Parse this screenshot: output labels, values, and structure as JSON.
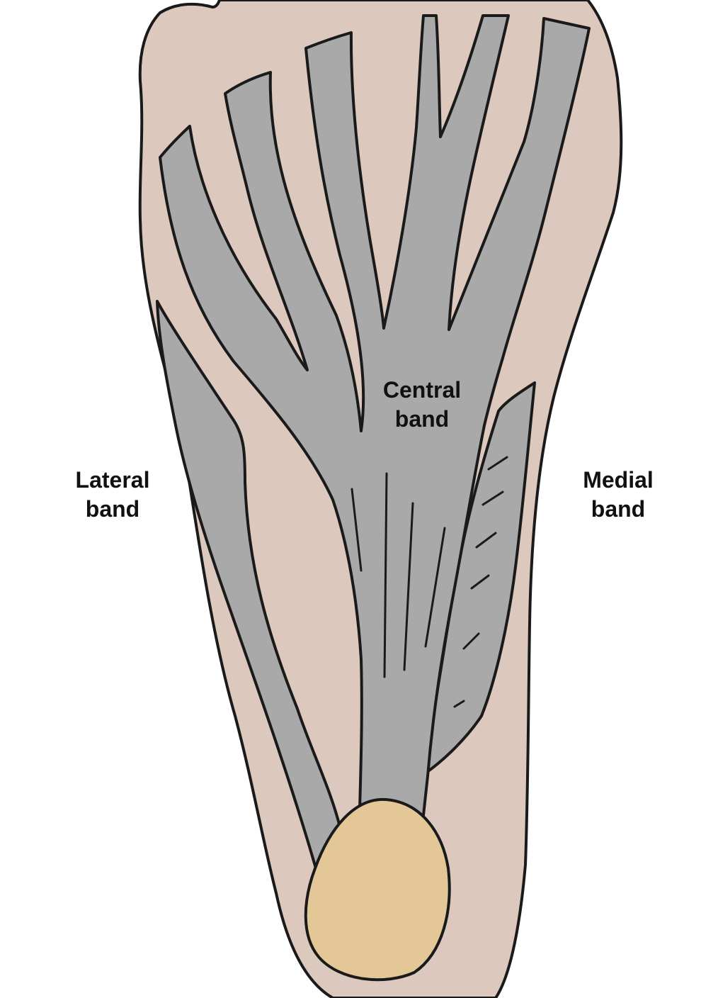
{
  "labels": {
    "lateral": {
      "line1": "Lateral",
      "line2": "band"
    },
    "central": {
      "line1": "Central",
      "line2": "band"
    },
    "medial": {
      "line1": "Medial",
      "line2": "band"
    }
  },
  "colors": {
    "skin": "#dcc8bd",
    "fascia": "#a9a9a9",
    "heel_bone": "#e4c797",
    "outline": "#1a1a1a",
    "label_text": "#111111"
  }
}
